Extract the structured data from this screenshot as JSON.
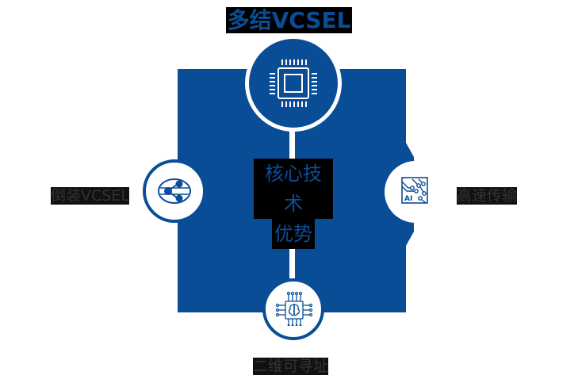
{
  "diagram": {
    "title": "多结VCSEL",
    "center": {
      "line1": "核心技术",
      "line2": "优势"
    },
    "nodes": [
      {
        "id": "top",
        "label": "多结VCSEL",
        "icon": "cpu-chip-icon"
      },
      {
        "id": "left",
        "label": "倒装VCSEL",
        "icon": "flip-chip-connector-icon"
      },
      {
        "id": "right",
        "label": "高速传输",
        "icon": "ai-circuit-board-icon"
      },
      {
        "id": "bottom",
        "label": "二维可寻址",
        "icon": "brain-chip-icon"
      }
    ],
    "colors": {
      "primary": "#0a4d97",
      "background": "#ffffff",
      "label_text": "#333333"
    }
  }
}
